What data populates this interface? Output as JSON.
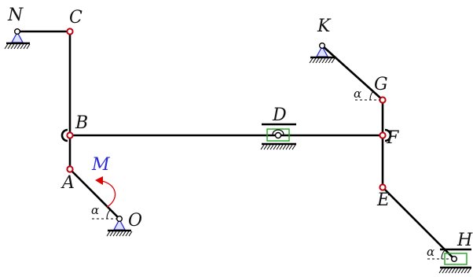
{
  "labels": {
    "N": "N",
    "C": "C",
    "K": "K",
    "G": "G",
    "B": "B",
    "D": "D",
    "F": "F",
    "M": "M",
    "A": "A",
    "E": "E",
    "O": "O",
    "H": "H",
    "alpha": "α"
  },
  "colors": {
    "members": "#000000",
    "joints": "#c2000c",
    "moment": "#e00000",
    "moment_label": "#2a2ad8",
    "pin_support": "#2b2bd0",
    "slider_guide": "#1aa71a"
  }
}
